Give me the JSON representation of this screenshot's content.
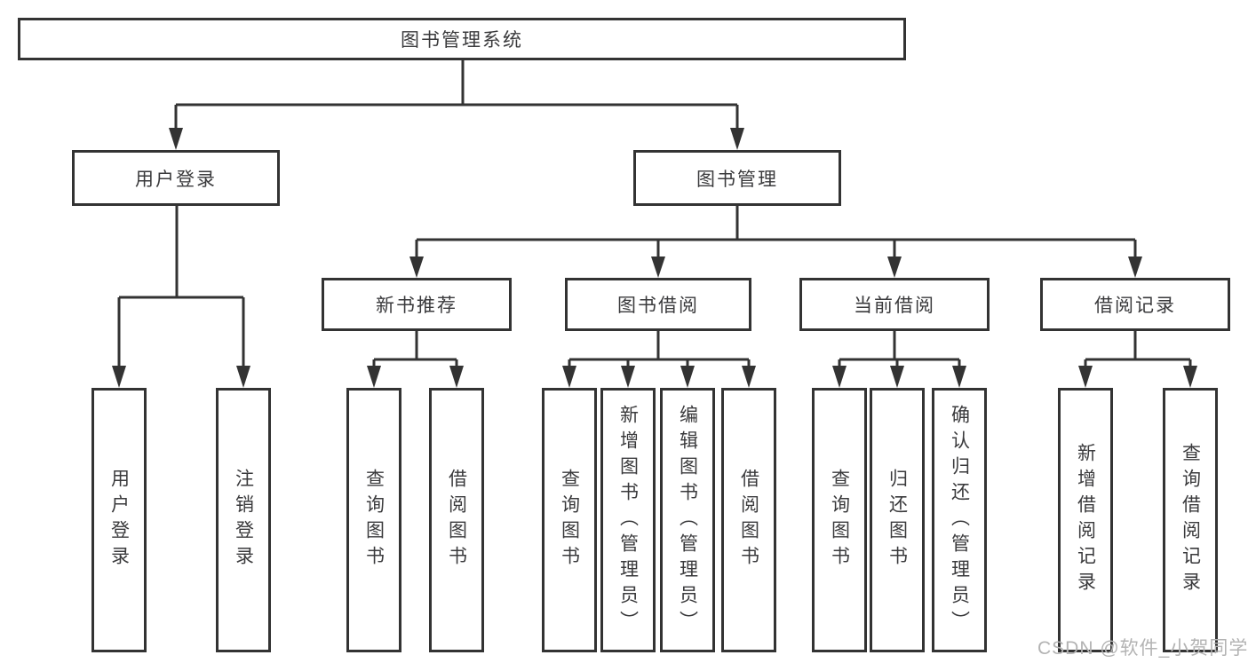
{
  "diagram": {
    "root": {
      "label": "图书管理系统"
    },
    "level2": [
      {
        "id": "user-login",
        "label": "用户登录"
      },
      {
        "id": "book-management",
        "label": "图书管理"
      }
    ],
    "level3": [
      {
        "id": "new-book-recommend",
        "label": "新书推荐",
        "parent": "图书管理"
      },
      {
        "id": "book-borrowing",
        "label": "图书借阅",
        "parent": "图书管理"
      },
      {
        "id": "current-borrowing",
        "label": "当前借阅",
        "parent": "图书管理"
      },
      {
        "id": "borrowing-records",
        "label": "借阅记录",
        "parent": "图书管理"
      }
    ],
    "leaves": [
      {
        "parent": "用户登录",
        "label": "用户登录"
      },
      {
        "parent": "用户登录",
        "label": "注销登录"
      },
      {
        "parent": "新书推荐",
        "label": "查询图书"
      },
      {
        "parent": "新书推荐",
        "label": "借阅图书"
      },
      {
        "parent": "图书借阅",
        "label": "查询图书"
      },
      {
        "parent": "图书借阅",
        "label": "新增图书（管理员）"
      },
      {
        "parent": "图书借阅",
        "label": "编辑图书（管理员）"
      },
      {
        "parent": "图书借阅",
        "label": "借阅图书"
      },
      {
        "parent": "当前借阅",
        "label": "查询图书"
      },
      {
        "parent": "当前借阅",
        "label": "归还图书"
      },
      {
        "parent": "当前借阅",
        "label": "确认归还（管理员）"
      },
      {
        "parent": "借阅记录",
        "label": "新增借阅记录"
      },
      {
        "parent": "借阅记录",
        "label": "查询借阅记录"
      }
    ],
    "watermark": "CSDN @软件_小贺同学",
    "colors": {
      "line": "#333333",
      "text": "#3a3a3c",
      "background": "#ffffff",
      "watermark": "#b3b3b3"
    }
  }
}
